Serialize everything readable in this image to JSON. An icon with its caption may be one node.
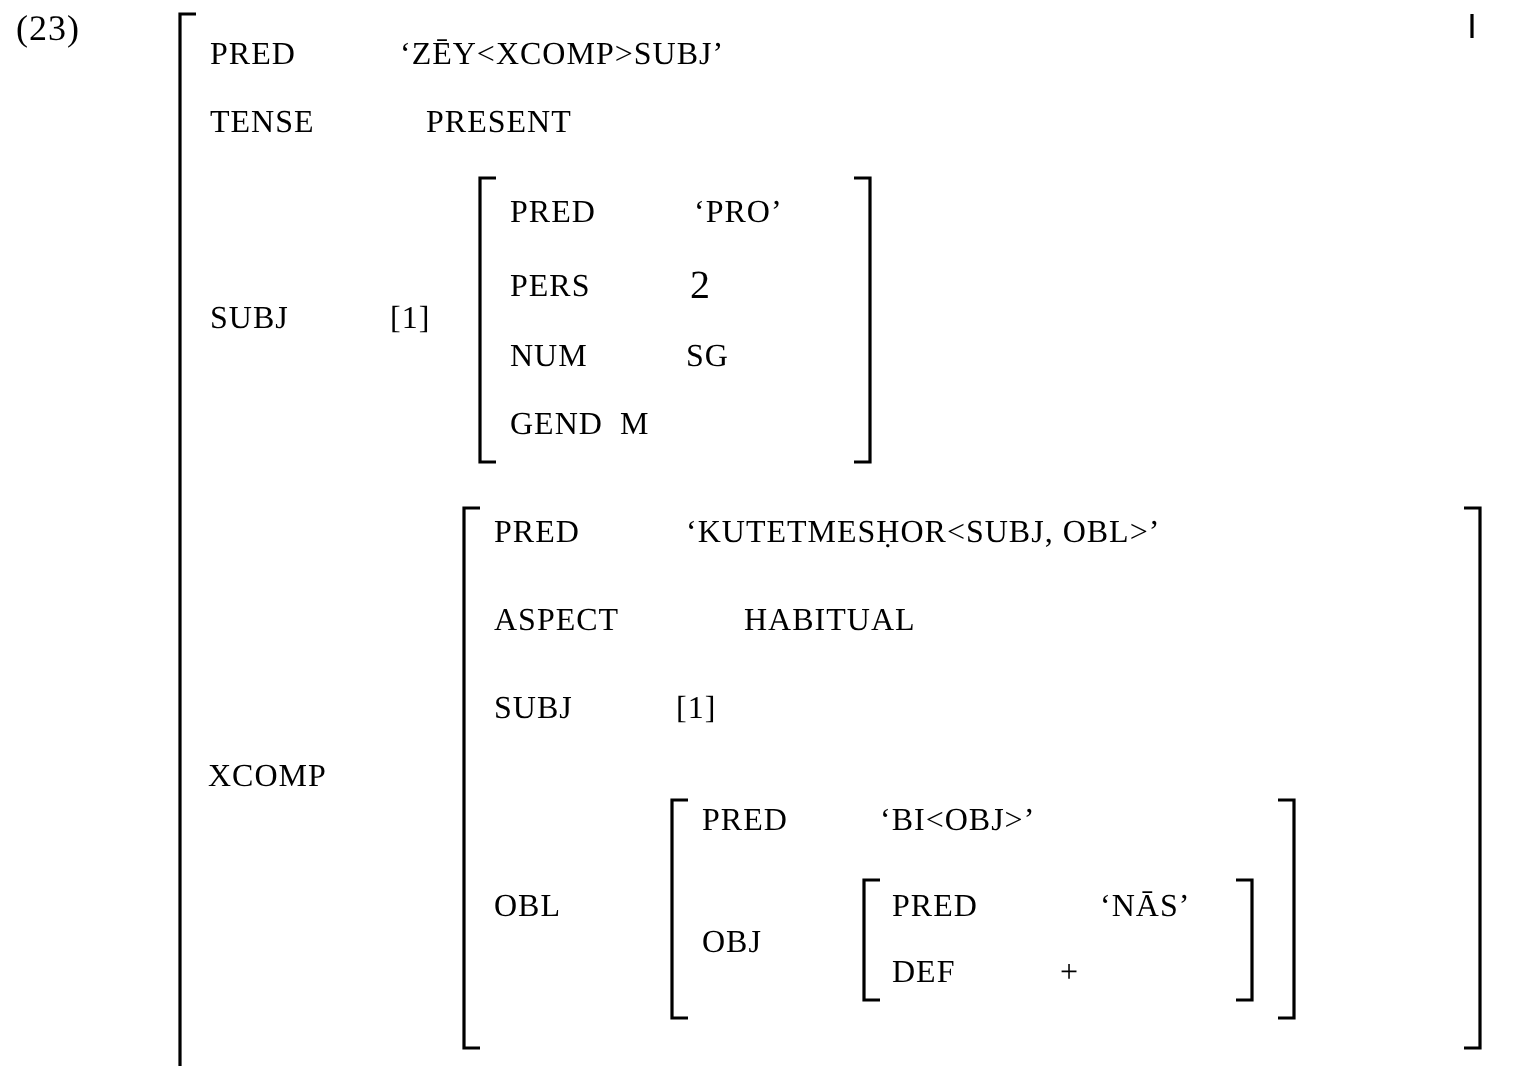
{
  "diagram": {
    "nodes": [
      {
        "text": [
          "PRED",
          "‘ZĒY<XCOMP>SUBJ’",
          "TENSE",
          "PRESENT",
          "SUBJ",
          "[1]",
          "XCOMP"
        ]
      },
      {
        "text": [
          "PRED",
          "‘PRO’",
          "PERS",
          "2",
          "NUM",
          "SG",
          "GEND",
          "M"
        ],
        "in": 0
      },
      {
        "text": [
          "PRED",
          "‘KUTETMESḤOR<SUBJ, OBL>’",
          "ASPECT",
          "HABITUAL",
          "SUBJ",
          "[1]",
          "OBL"
        ],
        "in": 0
      },
      {
        "text": [
          "PRED",
          "‘BI<OBJ>’",
          "OBJ"
        ],
        "in": 2
      },
      {
        "text": [
          "PRED",
          "‘NĀS’",
          "DEF",
          "+"
        ],
        "in": 3
      }
    ],
    "labels": [
      "(23)"
    ]
  }
}
